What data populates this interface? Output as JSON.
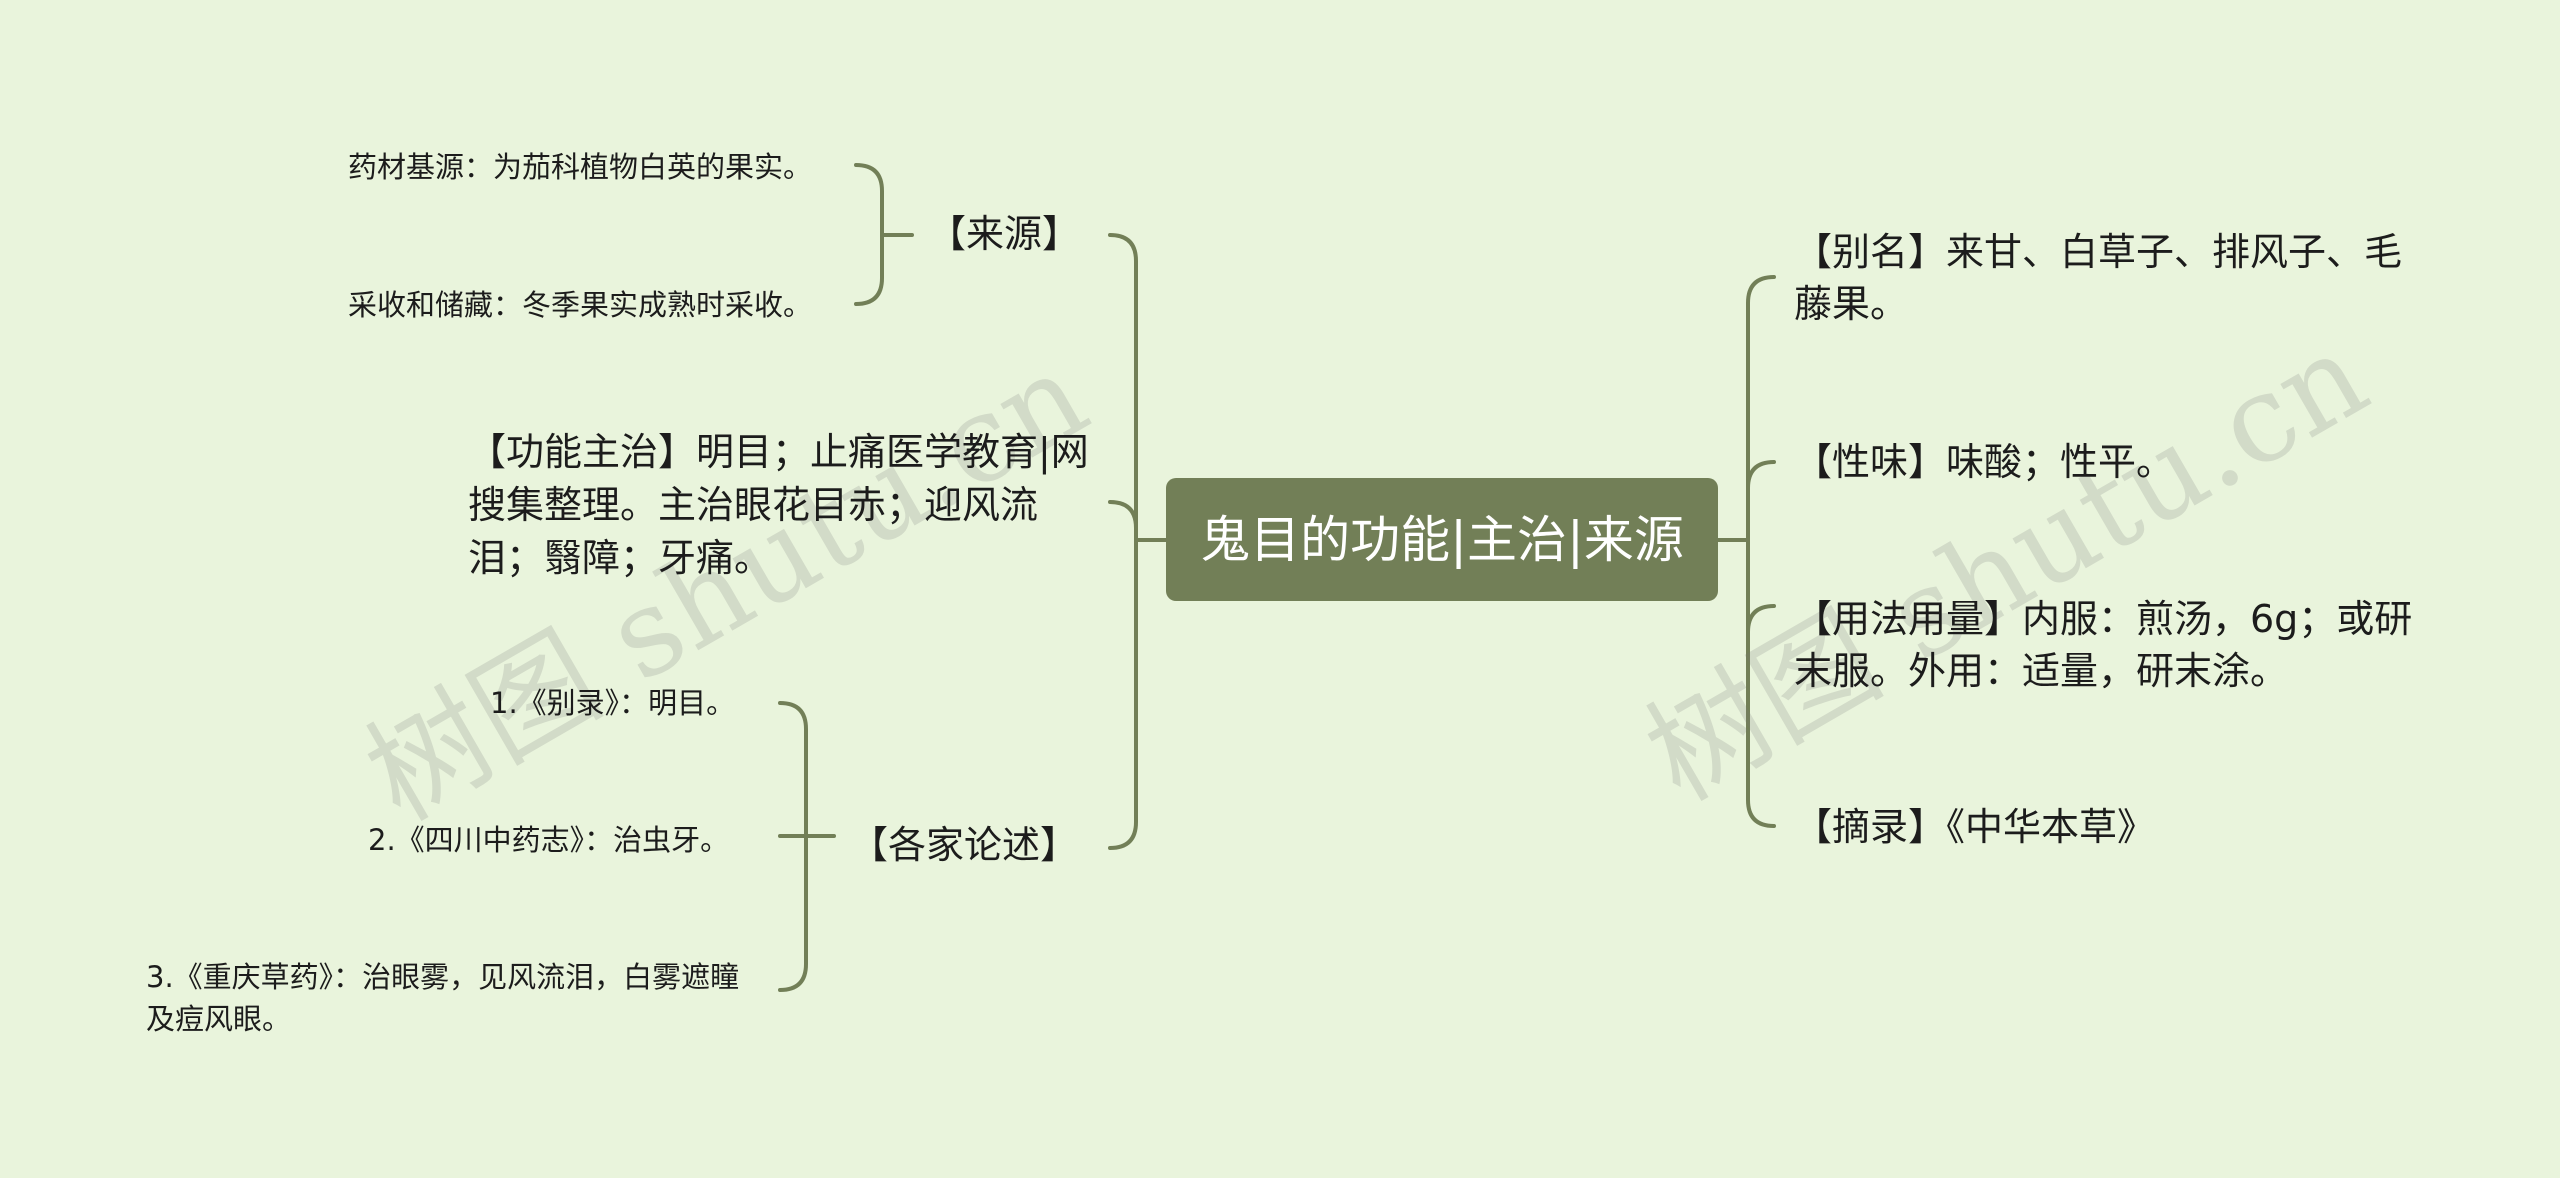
{
  "root": {
    "title": "鬼目的功能|主治|来源"
  },
  "left": {
    "source": {
      "label": "【来源】",
      "items": [
        "药材基源：为茄科植物白英的果实。",
        "采收和储藏：冬季果实成熟时采收。"
      ]
    },
    "function": {
      "text": "【功能主治】明目；止痛医学教育|网搜集整理。主治眼花目赤；迎风流泪；翳障；牙痛。"
    },
    "commentary": {
      "label": "【各家论述】",
      "items": [
        "1.《别录》：明目。",
        "2.《四川中药志》：治虫牙。",
        "3.《重庆草药》：治眼雾，见风流泪，白雾遮瞳及痘风眼。"
      ]
    }
  },
  "right": {
    "items": [
      "【别名】来甘、白草子、排风子、毛藤果。",
      "【性味】味酸；性平。",
      "【用法用量】内服：煎汤，6g；或研末服。外用：适量，研末涂。",
      "【摘录】《中华本草》"
    ]
  },
  "watermark": {
    "text": "树图 shutu.cn"
  },
  "colors": {
    "background": "#e9f4dc",
    "root": "#727f57",
    "line": "#727f57"
  }
}
